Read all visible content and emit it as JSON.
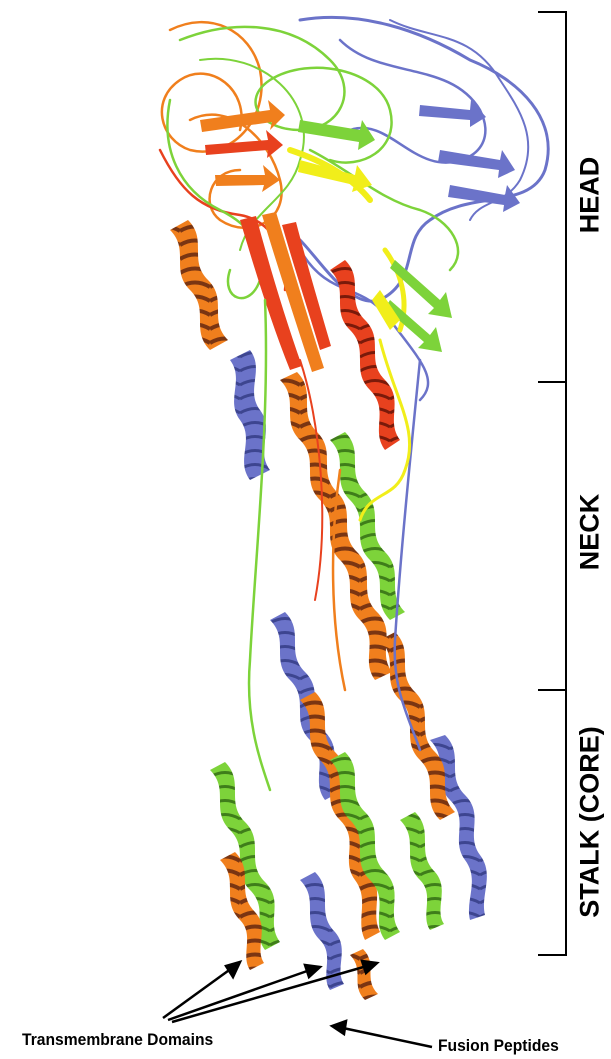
{
  "regions": [
    {
      "label": "HEAD"
    },
    {
      "label": "NECK"
    },
    {
      "label": "STALK (CORE)"
    }
  ],
  "annotations": {
    "transmembrane": "Transmembrane Domains",
    "fusion": "Fusion Peptides"
  },
  "colors": {
    "chain_orange": "#f07f1d",
    "chain_green": "#7dd33a",
    "chain_blue": "#6b73c9",
    "chain_red": "#e8411e",
    "chain_yellow": "#f1ee1a",
    "chain_brown": "#7a3512"
  }
}
